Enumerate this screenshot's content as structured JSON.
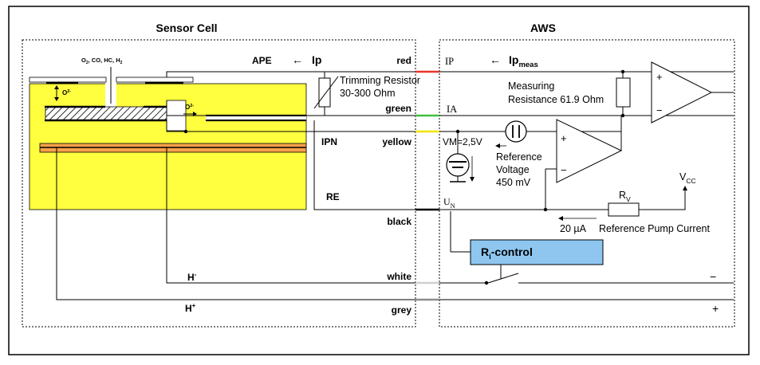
{
  "titles": {
    "sensor_cell": "Sensor Cell",
    "aws": "AWS"
  },
  "sensor": {
    "gases_prefix": "O",
    "gases_sub": "2",
    "gases_mid": ", CO, HC, H",
    "gases_sub2": "2",
    "oxygen_ion": "O",
    "oxygen_ion_sup": "2-",
    "oxygen_ion2": "O",
    "oxygen_ion2_sup": "2-"
  },
  "labels": {
    "ape": "APE",
    "ip_arrow": "←",
    "ip": "Ip",
    "ipn": "IPN",
    "re": "RE",
    "h_minus": "H",
    "h_minus_sup": "-",
    "h_plus": "H",
    "h_plus_sup": "+",
    "trimming_line1": "Trimming Resistor",
    "trimming_line2": "30-300 Ohm"
  },
  "wires": [
    {
      "label": "red",
      "color": "#e8342c"
    },
    {
      "label": "green",
      "color": "#3fbf3f"
    },
    {
      "label": "yellow",
      "color": "#f2e400"
    },
    {
      "label": "black",
      "color": "#000000"
    },
    {
      "label": "white",
      "color": "#cfcfcf"
    },
    {
      "label": "grey",
      "color": "#8c8c8c"
    }
  ],
  "aws": {
    "ip": "IP",
    "ip_arrow": "←",
    "ipmeas": "Ip",
    "ipmeas_sub": "meas",
    "ia": "IA",
    "measuring_line1": "Measuring",
    "measuring_line2": "Resistance 61.9 Ohm",
    "vm": "VM=2,5V",
    "ref_line1": "Reference",
    "ref_line2": "Voltage",
    "ref_line3": "450 mV",
    "un": "U",
    "un_sub": "N",
    "vcc": "V",
    "vcc_sub": "CC",
    "rv": "R",
    "rv_sub": "V",
    "current_value": "20 µA",
    "current_arrow": "←",
    "current_label": "Reference Pump Current",
    "ri_control": "R",
    "ri_sub": "i",
    "ri_control_rest": "-control",
    "plus": "+",
    "minus": "−",
    "opamp_plus": "+",
    "opamp_minus": "−"
  },
  "colors": {
    "sensor_fill": "#ffff3f",
    "heater_fill": "#f7a14a",
    "ri_box_fill": "#8ec6f0",
    "wire_black": "#000000"
  }
}
